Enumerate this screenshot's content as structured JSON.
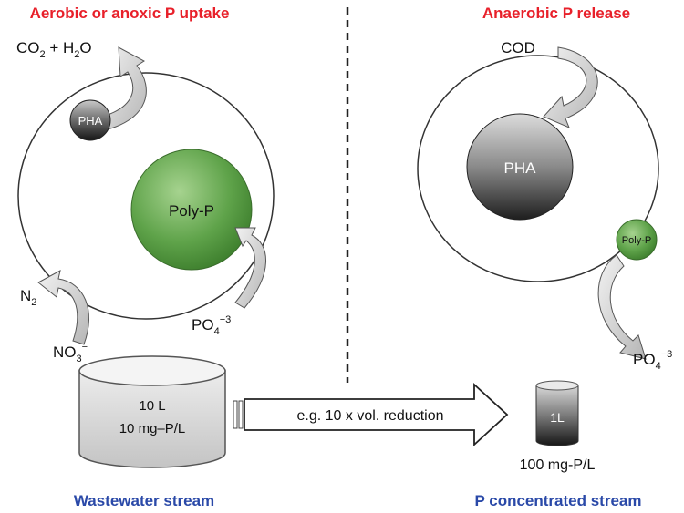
{
  "left_panel": {
    "title": "Aerobic or anoxic P uptake",
    "co2": {
      "base": "CO",
      "sub": "2",
      "rest": " + H",
      "sub2": "2",
      "tail": "O"
    },
    "pha_label": "PHA",
    "polyp_label": "Poly-P",
    "n2": {
      "base": "N",
      "sub": "2"
    },
    "no3": {
      "base": "NO",
      "sub": "3",
      "sup": "−"
    },
    "po4": {
      "base": "PO",
      "sub": "4",
      "sup": "−3"
    },
    "tank": {
      "line1": "10 L",
      "line2": "10 mg–P/L"
    },
    "caption": "Wastewater stream"
  },
  "arrow": {
    "label": "e.g. 10 x vol. reduction"
  },
  "right_panel": {
    "title": "Anaerobic P release",
    "cod": "COD",
    "pha_label": "PHA",
    "polyp_label": "Poly-P",
    "po4": {
      "base": "PO",
      "sub": "4",
      "sup": "−3"
    },
    "tank": {
      "label": "1L",
      "concentration": "100 mg-P/L"
    },
    "caption": "P concentrated stream"
  },
  "colors": {
    "title": "#e8202a",
    "caption": "#2a49a8",
    "polyp": "#4f9a3c",
    "pha": "#3a3a3a"
  }
}
